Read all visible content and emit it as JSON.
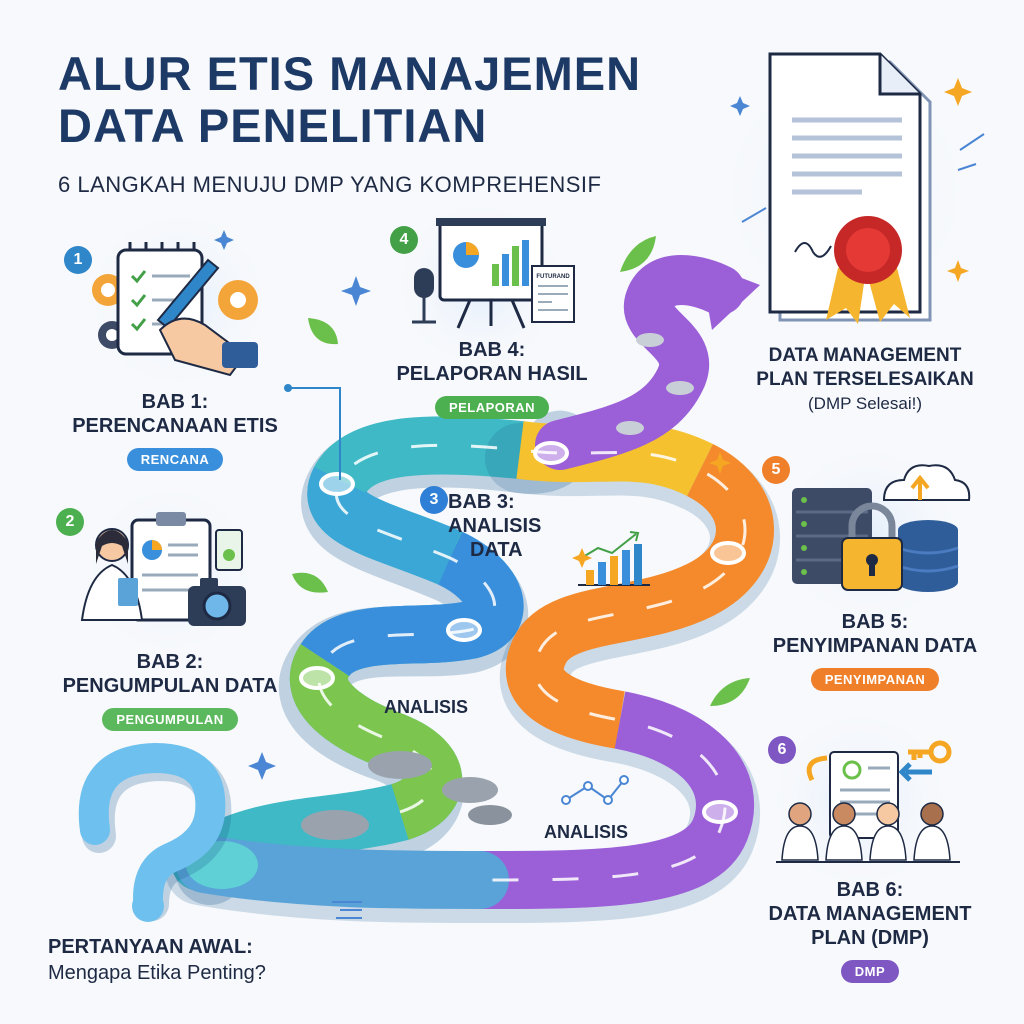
{
  "title_line1": "ALUR ETIS MANAJEMEN",
  "title_line2": "DATA PENELITIAN",
  "subtitle": "6 LANGKAH MENUJU DMP YANG KOMPREHENSIF",
  "steps": [
    {
      "num": "1",
      "line1": "BAB 1:",
      "line2": "PERENCANAAN ETIS",
      "badge": "RENCANA",
      "color": "#2f86c9"
    },
    {
      "num": "2",
      "line1": "BAB 2:",
      "line2": "PENGUMPULAN DATA",
      "badge": "PENGUMPULAN",
      "color": "#4caf50"
    },
    {
      "num": "3",
      "line1": "BAB 3:",
      "line2": "ANALISIS",
      "line3": "DATA",
      "color": "#2f7fd6"
    },
    {
      "num": "4",
      "line1": "BAB 4:",
      "line2": "PELAPORAN HASIL",
      "badge": "PELAPORAN",
      "color": "#43a047"
    },
    {
      "num": "5",
      "line1": "BAB 5:",
      "line2": "PENYIMPANAN DATA",
      "badge": "PENYIMPANAN",
      "color": "#f07f2a"
    },
    {
      "num": "6",
      "line1": "BAB 6:",
      "line2": "DATA MANAGEMENT",
      "line3": "PLAN (DMP)",
      "badge": "DMP",
      "color": "#7e57c2"
    }
  ],
  "path_labels": [
    "ANALISIS",
    "ANALISIS"
  ],
  "question": {
    "line1": "PERTANYAAN AWAL:",
    "line2": "Mengapa Etika Penting?"
  },
  "finish": {
    "line1": "DATA MANAGEMENT",
    "line2": "PLAN TERSELESAIKAN",
    "line3": "(DMP Selesai!)"
  },
  "newspaper_text": "FUTURAND",
  "colors": {
    "title": "#1d3a66",
    "teal": "#2bb3b0",
    "blue": "#2f86c9",
    "green": "#6bc04b",
    "yellow": "#f5c12e",
    "orange": "#f07f2a",
    "purple": "#8e5bd6"
  }
}
